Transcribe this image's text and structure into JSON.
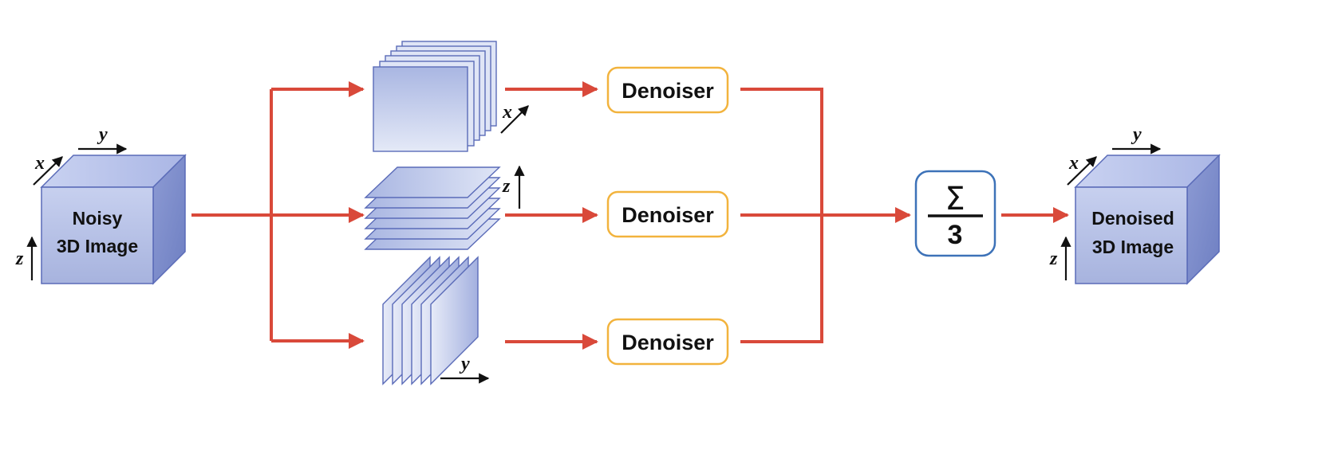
{
  "input_cube": {
    "line1": "Noisy",
    "line2": "3D Image"
  },
  "output_cube": {
    "line1": "Denoised",
    "line2": "3D Image"
  },
  "axes": {
    "x": "x",
    "y": "y",
    "z": "z"
  },
  "denoisers": [
    {
      "label": "Denoiser"
    },
    {
      "label": "Denoiser"
    },
    {
      "label": "Denoiser"
    }
  ],
  "average": {
    "symbol": "Σ",
    "divisor": "3"
  },
  "colors": {
    "arrow": "#d9493a",
    "denoiser_border": "#f2b33d",
    "sum_border": "#3d72b8",
    "cube_front_top": "#dde3f5",
    "cube_front_bottom": "#a9b6e2",
    "cube_top": "#b5c1ea",
    "cube_side": "#7d8dcb",
    "slice_edge": "#5a6bb8"
  }
}
